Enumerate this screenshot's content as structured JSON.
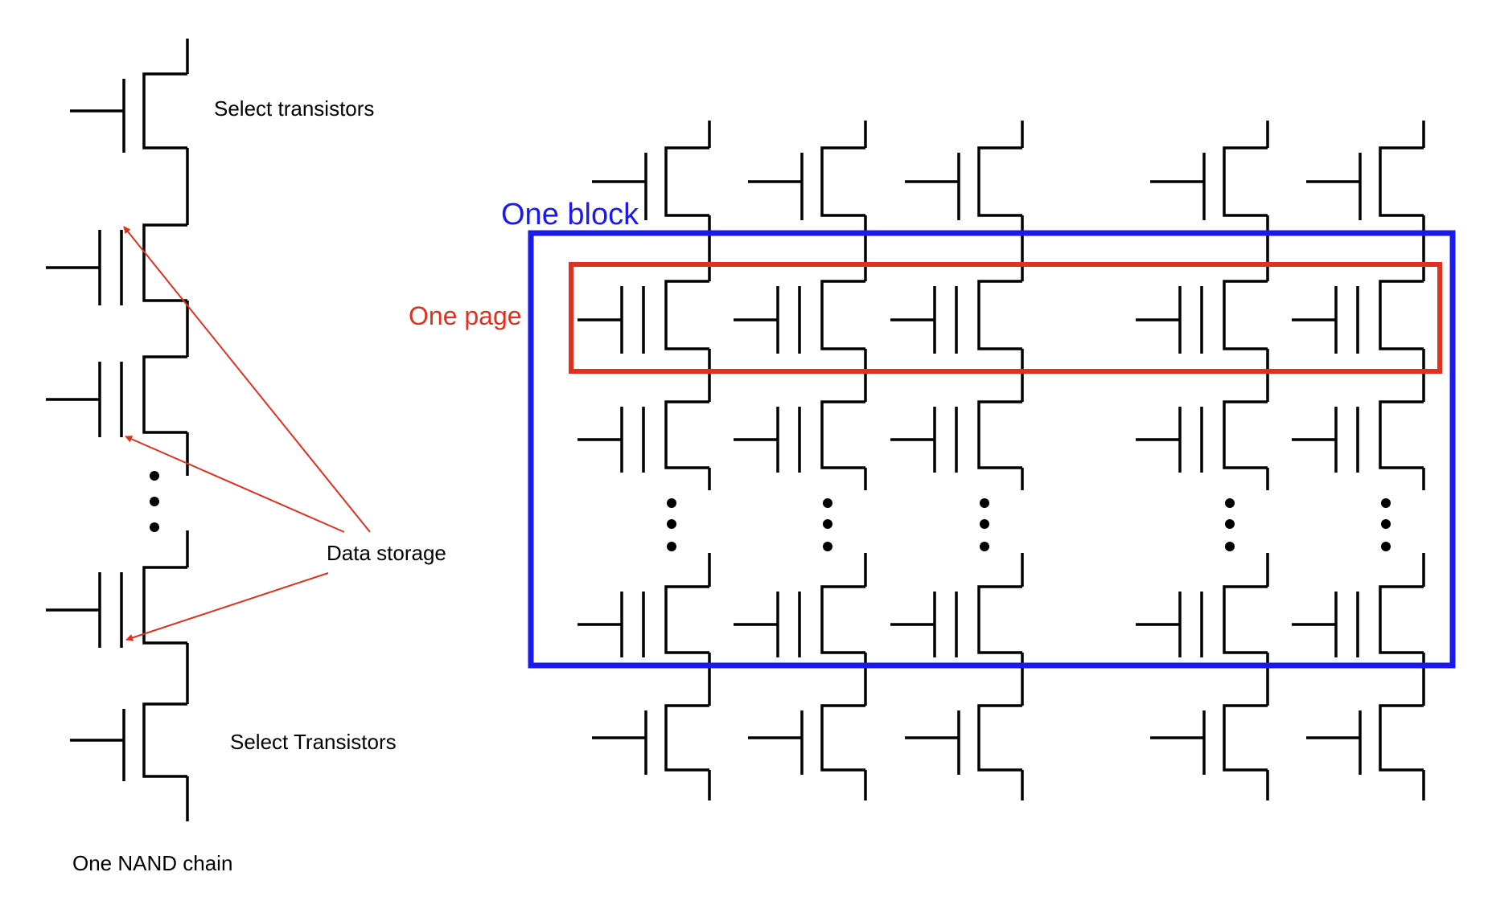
{
  "labels": {
    "select_top": "Select transistors",
    "select_bottom": "Select Transistors",
    "data_storage": "Data storage",
    "nand_chain": "One NAND chain",
    "one_block": "One block",
    "one_page": "One page"
  },
  "colors": {
    "wire": "#000000",
    "block": "#1a1aee",
    "page": "#e0301e",
    "arrow": "#e0301e"
  },
  "array": {
    "columns": 5,
    "rows": [
      "select",
      "storage",
      "storage",
      "ellipsis",
      "storage",
      "select"
    ],
    "highlighted_page_row": 1
  }
}
